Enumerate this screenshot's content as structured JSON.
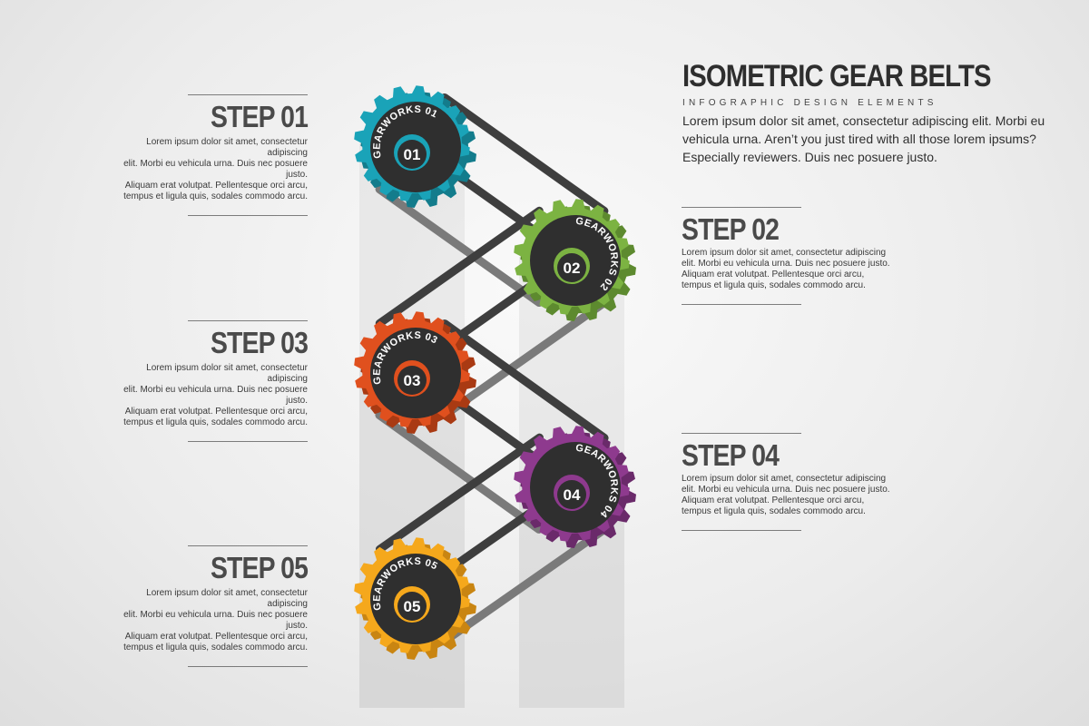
{
  "header": {
    "title": "ISOMETRIC GEAR BELTS",
    "subtitle": "INFOGRAPHIC DESIGN ELEMENTS",
    "intro": "Lorem ipsum dolor sit amet, consectetur adipiscing elit. Morbi eu vehicula urna. Aren’t you just tired with all those lorem ipsums? Especially reviewers. Duis nec posuere justo."
  },
  "steps": [
    {
      "title": "STEP 01",
      "side": "left",
      "body_lines": [
        "Lorem ipsum dolor sit amet, consectetur adipiscing",
        "elit. Morbi eu vehicula urna. Duis nec posuere justo.",
        "Aliquam erat volutpat. Pellentesque orci arcu,",
        "tempus et ligula quis, sodales commodo arcu."
      ]
    },
    {
      "title": "STEP 02",
      "side": "right",
      "body_lines": [
        "Lorem ipsum dolor sit amet, consectetur adipiscing",
        "elit. Morbi eu vehicula urna. Duis nec posuere justo.",
        "Aliquam erat volutpat. Pellentesque orci arcu,",
        "tempus et ligula quis, sodales commodo arcu."
      ]
    },
    {
      "title": "STEP 03",
      "side": "left",
      "body_lines": [
        "Lorem ipsum dolor sit amet, consectetur adipiscing",
        "elit. Morbi eu vehicula urna. Duis nec posuere justo.",
        "Aliquam erat volutpat. Pellentesque orci arcu,",
        "tempus et ligula quis, sodales commodo arcu."
      ]
    },
    {
      "title": "STEP 04",
      "side": "right",
      "body_lines": [
        "Lorem ipsum dolor sit amet, consectetur adipiscing",
        "elit. Morbi eu vehicula urna. Duis nec posuere justo.",
        "Aliquam erat volutpat. Pellentesque orci arcu,",
        "tempus et ligula quis, sodales commodo arcu."
      ]
    },
    {
      "title": "STEP 05",
      "side": "left",
      "body_lines": [
        "Lorem ipsum dolor sit amet, consectetur adipiscing",
        "elit. Morbi eu vehicula urna. Duis nec posuere justo.",
        "Aliquam erat volutpat. Pellentesque orci arcu,",
        "tempus et ligula quis, sodales commodo arcu."
      ]
    }
  ],
  "gears": [
    {
      "label": "GEARWORKS 01",
      "number": "01",
      "color": "#1aa3b8",
      "dark": "#137c8c"
    },
    {
      "label": "GEARWORKS 02",
      "number": "02",
      "color": "#7cb342",
      "dark": "#5d8a2f"
    },
    {
      "label": "GEARWORKS 03",
      "number": "03",
      "color": "#e0501e",
      "dark": "#a93a13"
    },
    {
      "label": "GEARWORKS 04",
      "number": "04",
      "color": "#8e3a8e",
      "dark": "#6a2a6a"
    },
    {
      "label": "GEARWORKS 05",
      "number": "05",
      "color": "#f5a81c",
      "dark": "#c98512"
    }
  ],
  "colors": {
    "belt": "#3e3e3e",
    "belt_light": "#7a7a7a",
    "hub": "#2f2f2f",
    "shadow": "#d2d2d2"
  }
}
